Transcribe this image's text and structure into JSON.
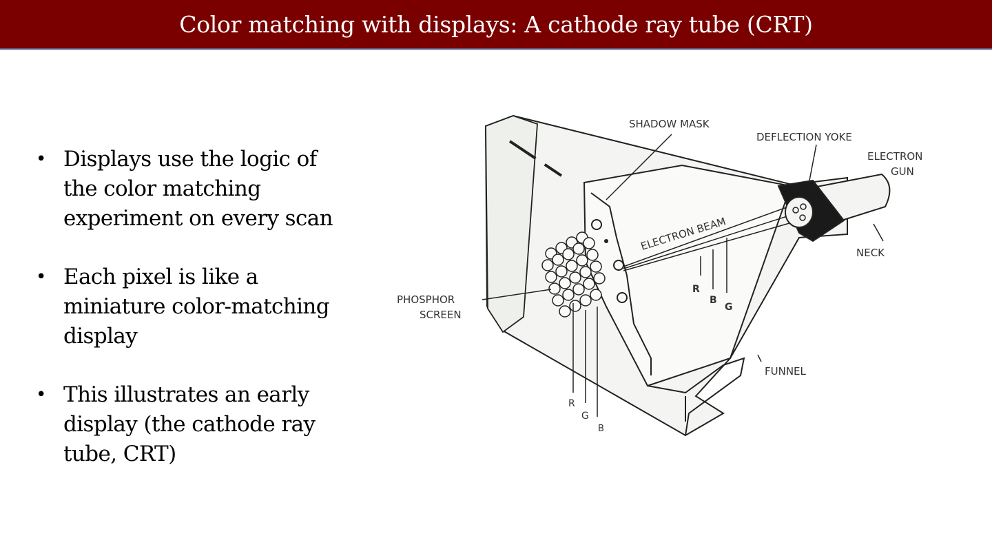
{
  "slide": {
    "title": "Color matching with displays:  A cathode ray tube (CRT)",
    "colors": {
      "title_bar": "#7a0000",
      "title_text": "#ffffff",
      "body_text": "#000000"
    },
    "bullets": [
      {
        "text": "Displays use the logic of the color matching experiment on every scan"
      },
      {
        "text": "Each pixel is like a miniature color-matching display"
      },
      {
        "text": "This illustrates an early display (the cathode ray tube, CRT)"
      }
    ],
    "bullet_glyph": "•"
  },
  "diagram": {
    "labels": {
      "shadow_mask": "SHADOW MASK",
      "deflection_yoke": "DEFLECTION YOKE",
      "electron_gun_1": "ELECTRON",
      "electron_gun_2": "GUN",
      "electron_beam": "ELECTRON BEAM",
      "neck": "NECK",
      "phosphor_1": "PHOSPHOR",
      "phosphor_2": "SCREEN",
      "funnel": "FUNNEL",
      "beam_r": "R",
      "beam_b": "B",
      "beam_g": "G",
      "screen_r": "R",
      "screen_g": "G",
      "screen_b": "B"
    }
  }
}
